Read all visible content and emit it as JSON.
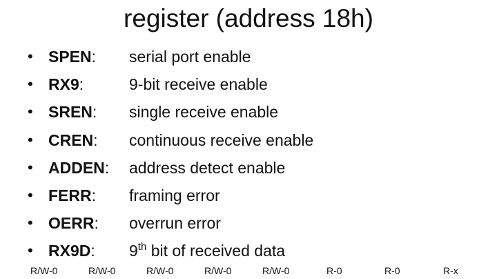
{
  "slide": {
    "title": "register (address 18h)"
  },
  "bullets": [
    {
      "name": "SPEN",
      "sep": ":",
      "desc": "serial port enable"
    },
    {
      "name": "RX9",
      "sep": ":",
      "desc": "9-bit receive enable"
    },
    {
      "name": "SREN",
      "sep": ":",
      "desc": "single receive enable"
    },
    {
      "name": "CREN",
      "sep": ":",
      "desc": "continuous receive enable"
    },
    {
      "name": "ADDEN",
      "sep": ":",
      "desc": "address detect enable"
    },
    {
      "name": "FERR",
      "sep": ":",
      "desc": "framing error"
    },
    {
      "name": "OERR",
      "sep": ":",
      "desc": "overrun error"
    },
    {
      "name": "RX9D",
      "sep": ":",
      "desc_prefix": "9",
      "desc_sup": "th",
      "desc": " bit of received data"
    }
  ],
  "bullet_symbol": "•",
  "access_row": [
    "R/W-0",
    "R/W-0",
    "R/W-0",
    "R/W-0",
    "R/W-0",
    "R-0",
    "R-0",
    "R-x"
  ]
}
